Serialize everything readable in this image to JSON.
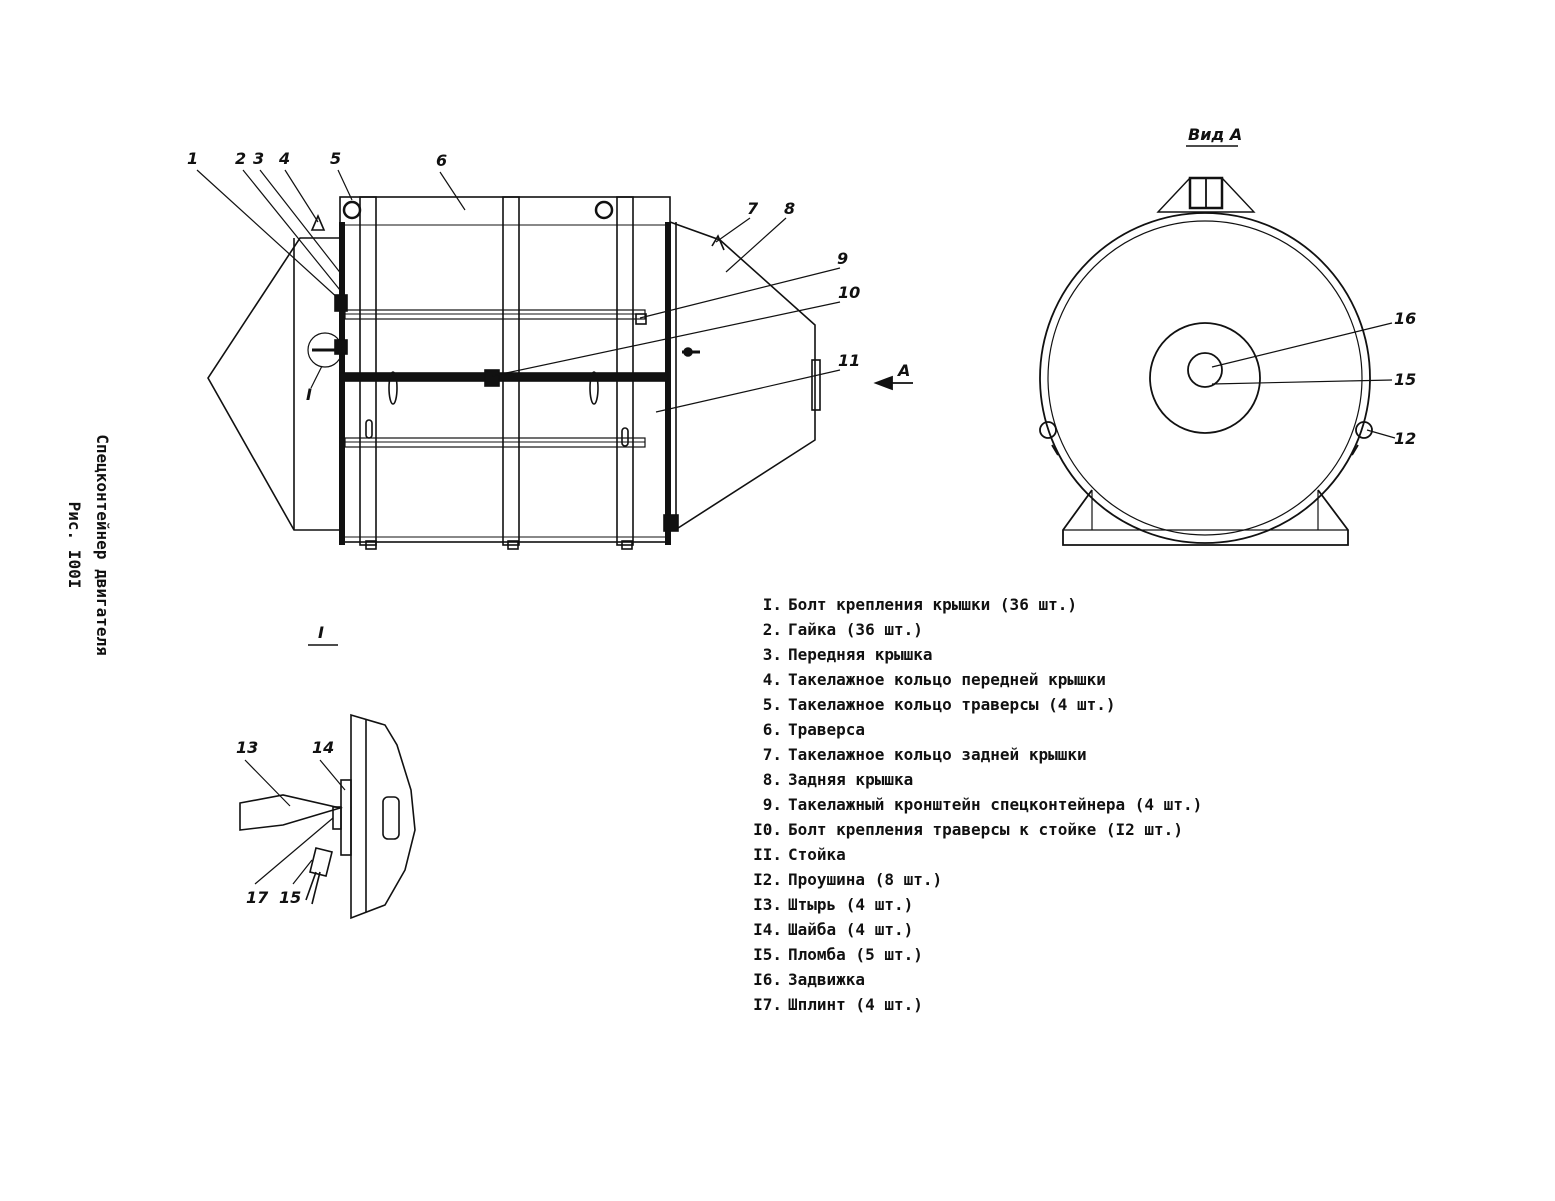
{
  "side_caption": {
    "title": "Спецконтейнер двигателя",
    "figure": "Рис. I00I"
  },
  "view_a_title": "Вид А",
  "arrow_label": "А",
  "detail_title": "I",
  "main_marker": "I",
  "callouts_main": [
    "1",
    "2",
    "3",
    "4",
    "5",
    "6",
    "7",
    "8",
    "9",
    "10",
    "11"
  ],
  "callouts_view": [
    "16",
    "15",
    "12"
  ],
  "callouts_detail": [
    "13",
    "14",
    "17",
    "15"
  ],
  "legend": [
    {
      "num": "I.",
      "text": "Болт крепления крышки (36 шт.)"
    },
    {
      "num": "2.",
      "text": "Гайка (36 шт.)"
    },
    {
      "num": "3.",
      "text": "Передняя крышка"
    },
    {
      "num": "4.",
      "text": "Такелажное кольцо передней крышки"
    },
    {
      "num": "5.",
      "text": "Такелажное кольцо траверсы (4 шт.)"
    },
    {
      "num": "6.",
      "text": "Траверса"
    },
    {
      "num": "7.",
      "text": "Такелажное кольцо задней крышки"
    },
    {
      "num": "8.",
      "text": "Задняя крышка"
    },
    {
      "num": "9.",
      "text": "Такелажный кронштейн спецконтейнера (4 шт.)"
    },
    {
      "num": "I0.",
      "text": "Болт крепления траверсы к стойке (I2 шт.)"
    },
    {
      "num": "II.",
      "text": "Стойка"
    },
    {
      "num": "I2.",
      "text": "Проушина (8 шт.)"
    },
    {
      "num": "I3.",
      "text": "Штырь (4 шт.)"
    },
    {
      "num": "I4.",
      "text": "Шайба (4 шт.)"
    },
    {
      "num": "I5.",
      "text": "Пломба (5 шт.)"
    },
    {
      "num": "I6.",
      "text": "Задвижка"
    },
    {
      "num": "I7.",
      "text": "Шплинт (4 шт.)"
    }
  ]
}
